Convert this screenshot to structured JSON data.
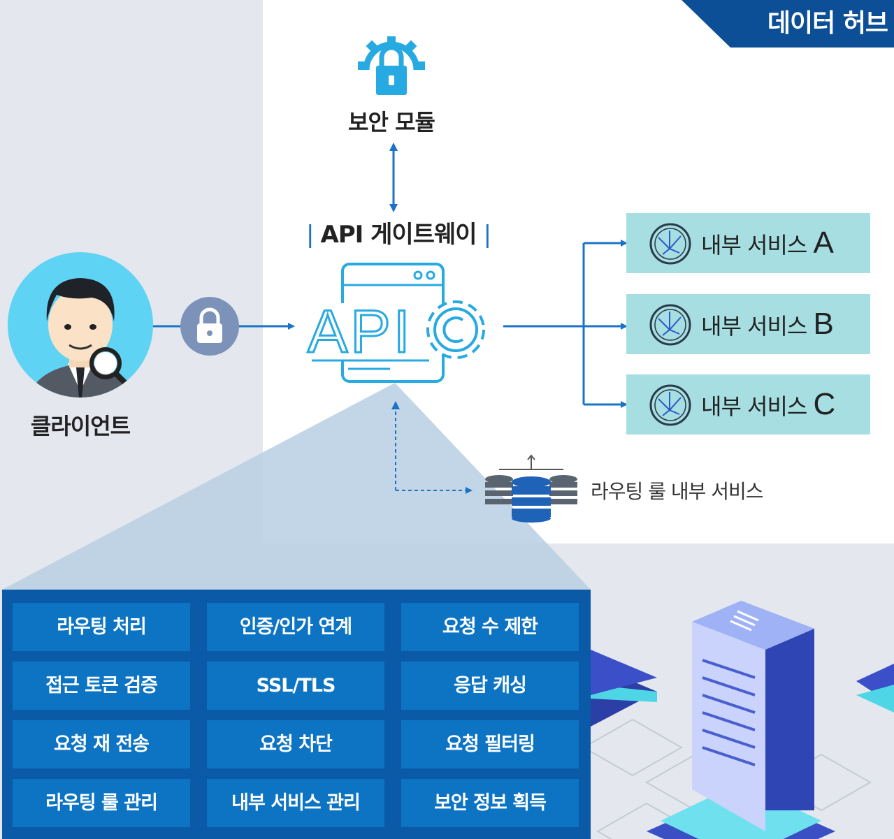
{
  "header": {
    "title": "데이터 허브"
  },
  "security_module": {
    "label": "보안 모듈",
    "icon": "gear-lock-icon"
  },
  "gateway": {
    "label": "API 게이트웨이",
    "icon_text": "API",
    "icon": "api-window-gear-icon"
  },
  "client": {
    "label": "클라이언트",
    "icon": "businessman-magnifier-avatar"
  },
  "routing": {
    "label": "라우팅 룰 내부 서비스",
    "icon": "database-stack-icon"
  },
  "services": [
    {
      "label": "내부 서비스",
      "letter": "A"
    },
    {
      "label": "내부 서비스",
      "letter": "B"
    },
    {
      "label": "내부 서비스",
      "letter": "C"
    }
  ],
  "functions": [
    [
      "라우팅 처리",
      "인증/인가 연계",
      "요청 수 제한"
    ],
    [
      "접근 토큰 검증",
      "SSL/TLS",
      "응답 캐싱"
    ],
    [
      "요청 재 전송",
      "요청 차단",
      "요청 필터링"
    ],
    [
      "라우팅 룰 관리",
      "내부 서비스 관리",
      "보안 정보 획득"
    ]
  ],
  "colors": {
    "background": "#e4e7ee",
    "banner": "#0d4f96",
    "accent_blue": "#1a73c6",
    "icon_blue": "#27a9e1",
    "service_box": "#a6dee2",
    "function_panel": "#0b5aa8",
    "function_button": "#0d74c3"
  }
}
